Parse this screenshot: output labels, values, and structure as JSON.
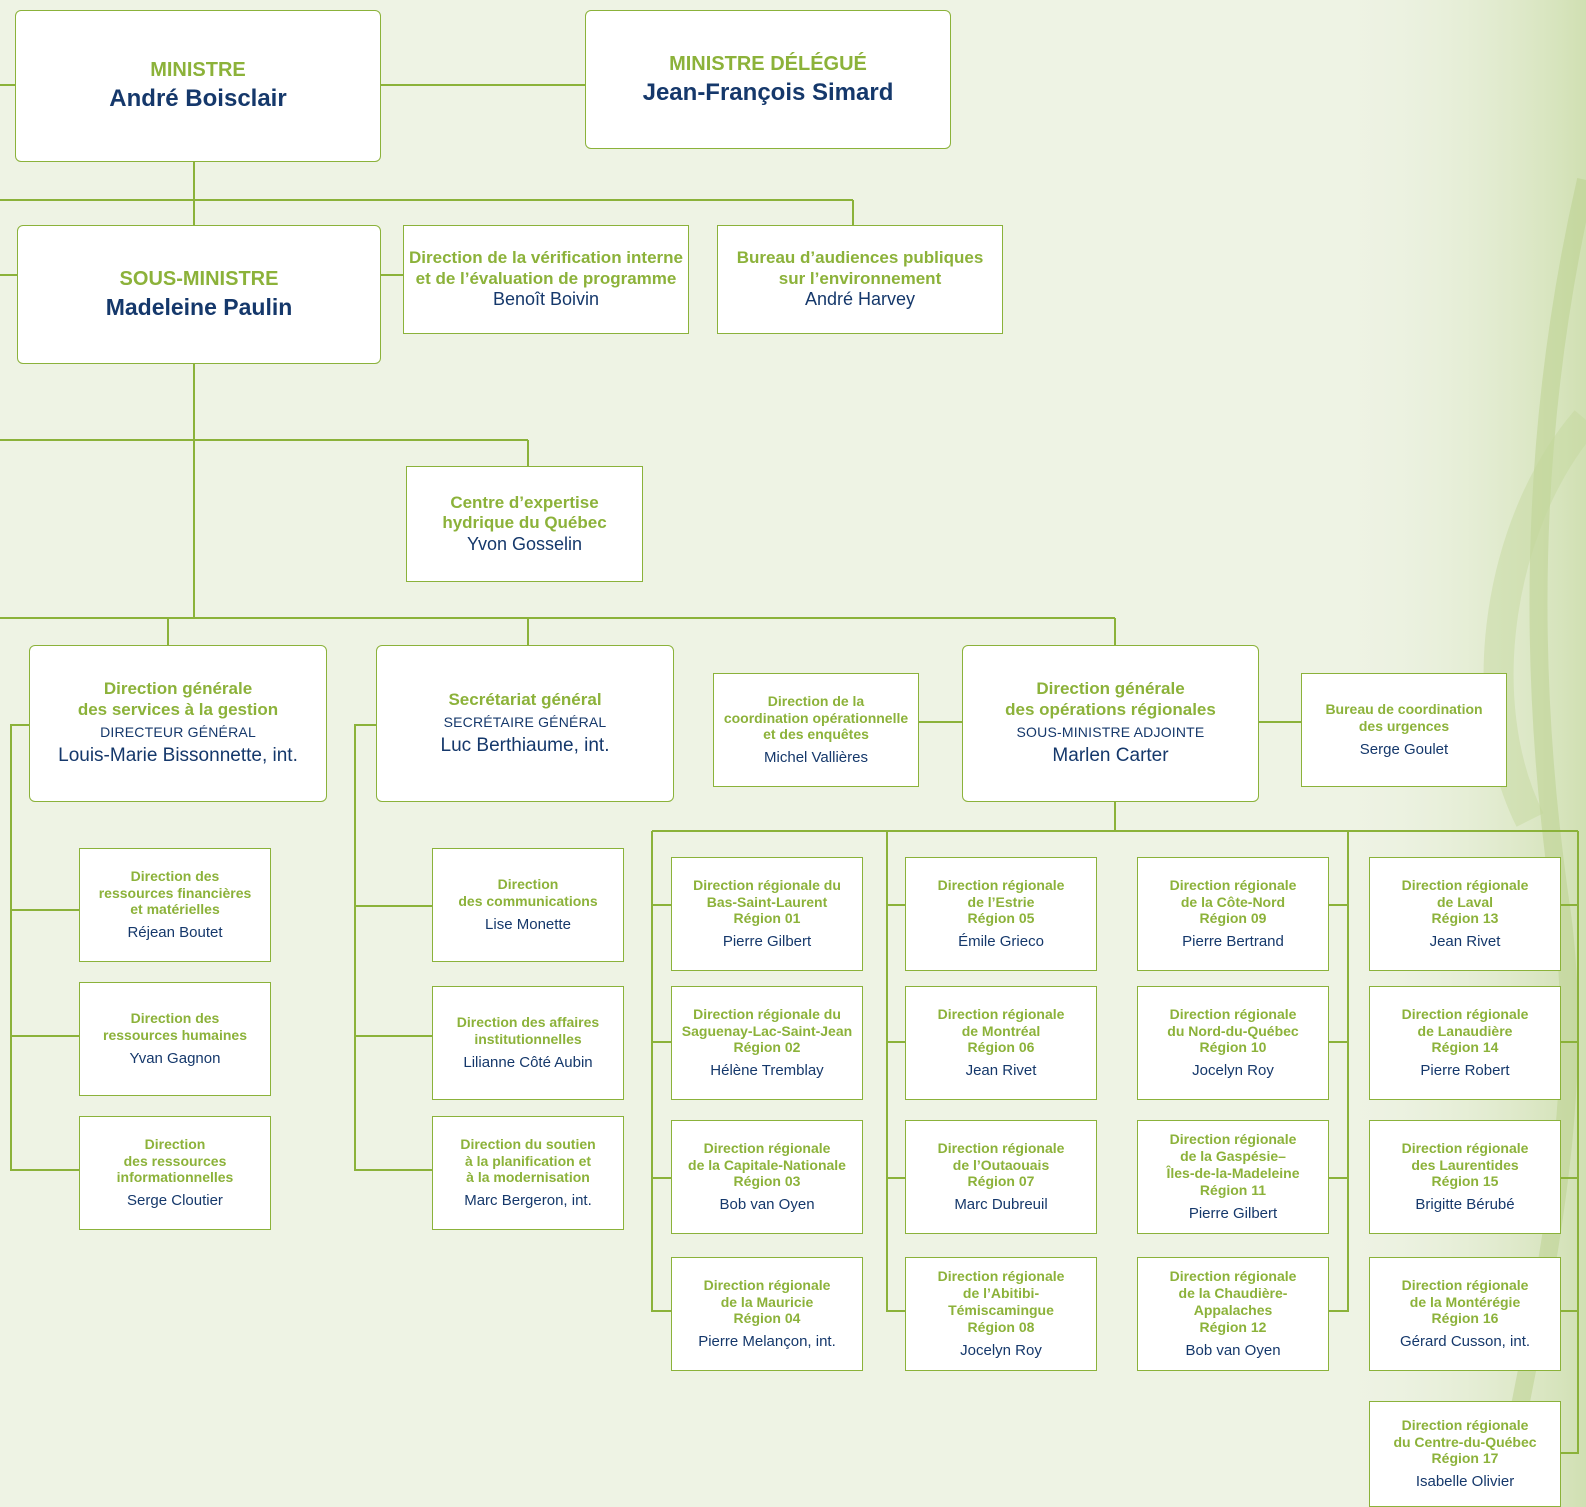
{
  "colors": {
    "title_green": "#8cb23a",
    "name_navy": "#15386b",
    "line_green": "#8bb23a",
    "background": "#eef3e4"
  },
  "ministre": {
    "title": "MINISTRE",
    "name": "André Boisclair"
  },
  "ministre_delegue": {
    "title": "MINISTRE DÉLÉGUÉ",
    "name": "Jean-François Simard"
  },
  "sous_ministre": {
    "title": "SOUS-MINISTRE",
    "name": "Madeleine Paulin"
  },
  "verification": {
    "title": "Direction de la vérification interne\net de l’évaluation de programme",
    "name": "Benoît Boivin"
  },
  "bape": {
    "title": "Bureau d’audiences publiques\nsur l’environnement",
    "name": "André Harvey"
  },
  "cehq": {
    "title": "Centre d’expertise\nhydrique du Québec",
    "name": "Yvon Gosselin"
  },
  "dgsg": {
    "title": "Direction générale\ndes services à la gestion",
    "role": "DIRECTEUR GÉNÉRAL",
    "name": "Louis-Marie Bissonnette, int."
  },
  "secretariat": {
    "title": "Secrétariat général",
    "role": "SECRÉTAIRE GÉNÉRAL",
    "name": "Luc Berthiaume, int."
  },
  "coordination": {
    "title": "Direction de la\ncoordination opérationnelle\net des enquêtes",
    "name": "Michel Vallières"
  },
  "dgor": {
    "title": "Direction générale\ndes opérations régionales",
    "role": "SOUS-MINISTRE ADJOINTE",
    "name": "Marlen Carter"
  },
  "urgences": {
    "title": "Bureau de coordination\ndes urgences",
    "name": "Serge Goulet"
  },
  "dgsg_units": [
    {
      "title": "Direction des\nressources financières\net matérielles",
      "name": "Réjean Boutet"
    },
    {
      "title": "Direction des\nressources humaines",
      "name": "Yvan Gagnon"
    },
    {
      "title": "Direction\ndes ressources\ninformationnelles",
      "name": "Serge Cloutier"
    }
  ],
  "sg_units": [
    {
      "title": "Direction\ndes communications",
      "name": "Lise Monette"
    },
    {
      "title": "Direction des affaires\ninstitutionnelles",
      "name": "Lilianne Côté Aubin"
    },
    {
      "title": "Direction du soutien\nà la planification et\nà la modernisation",
      "name": "Marc Bergeron, int."
    }
  ],
  "regions": [
    {
      "title": "Direction régionale du\nBas-Saint-Laurent\nRégion 01",
      "name": "Pierre Gilbert"
    },
    {
      "title": "Direction régionale du\nSaguenay-Lac-Saint-Jean\nRégion 02",
      "name": "Hélène Tremblay"
    },
    {
      "title": "Direction régionale\nde la Capitale-Nationale\nRégion 03",
      "name": "Bob van Oyen"
    },
    {
      "title": "Direction régionale\nde la Mauricie\nRégion 04",
      "name": "Pierre Melançon, int."
    },
    {
      "title": "Direction régionale\nde l’Estrie\nRégion 05",
      "name": "Émile Grieco"
    },
    {
      "title": "Direction régionale\nde Montréal\nRégion 06",
      "name": "Jean Rivet"
    },
    {
      "title": "Direction régionale\nde l’Outaouais\nRégion 07",
      "name": "Marc Dubreuil"
    },
    {
      "title": "Direction régionale\nde l’Abitibi-Témiscamingue\nRégion 08",
      "name": "Jocelyn Roy"
    },
    {
      "title": "Direction régionale\nde la Côte-Nord\nRégion 09",
      "name": "Pierre Bertrand"
    },
    {
      "title": "Direction régionale\ndu Nord-du-Québec\nRégion 10",
      "name": "Jocelyn Roy"
    },
    {
      "title": "Direction régionale\nde la Gaspésie–\nÎles-de-la-Madeleine\nRégion 11",
      "name": "Pierre Gilbert"
    },
    {
      "title": "Direction régionale\nde la Chaudière-Appalaches\nRégion 12",
      "name": "Bob van Oyen"
    },
    {
      "title": "Direction régionale\nde Laval\nRégion 13",
      "name": "Jean Rivet"
    },
    {
      "title": "Direction régionale\nde Lanaudière\nRégion 14",
      "name": "Pierre Robert"
    },
    {
      "title": "Direction régionale\ndes Laurentides\nRégion 15",
      "name": "Brigitte Bérubé"
    },
    {
      "title": "Direction régionale\nde la Montérégie\nRégion 16",
      "name": "Gérard Cusson, int."
    },
    {
      "title": "Direction régionale\ndu Centre-du-Québec\nRégion 17",
      "name": "Isabelle Olivier"
    }
  ]
}
